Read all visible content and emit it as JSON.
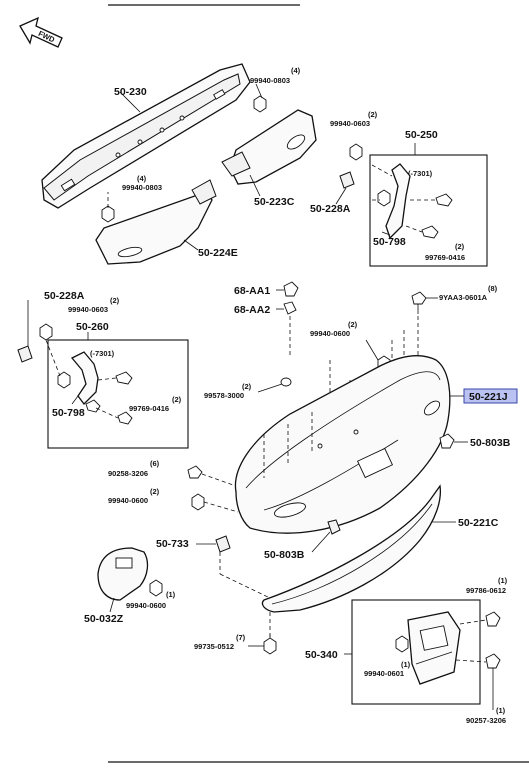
{
  "fwd_label": "FWD",
  "parts": {
    "p50_230": "50-230",
    "p50_223C": "50-223C",
    "p50_224E": "50-224E",
    "p50_250": "50-250",
    "p50_228A_top": "50-228A",
    "p50_798_top": "50-798",
    "p50_228A_left": "50-228A",
    "p50_260": "50-260",
    "p50_798_left": "50-798",
    "p68_AA1": "68-AA1",
    "p68_AA2": "68-AA2",
    "p50_221J": "50-221J",
    "p50_803B_right": "50-803B",
    "p50_221C": "50-221C",
    "p50_733": "50-733",
    "p50_803B_bottom": "50-803B",
    "p50_032Z": "50-032Z",
    "p50_340": "50-340"
  },
  "fasteners": {
    "f1": {
      "qty": "(4)",
      "num": "99940-0803"
    },
    "f2": {
      "qty": "(4)",
      "num": "99940-0803"
    },
    "f3": {
      "qty": "(2)",
      "num": "99940-0603"
    },
    "f4": {
      "qty": "(2)",
      "num": "99769-0416"
    },
    "f5": {
      "qty": "(2)",
      "num": "99940-0603"
    },
    "f6": {
      "qty": "(2)",
      "num": "99769-0416"
    },
    "f7": {
      "qty": "(8)",
      "num": "9YAA3-0601A"
    },
    "f8": {
      "qty": "(2)",
      "num": "99940-0600"
    },
    "f9": {
      "qty": "(2)",
      "num": "99578-3000"
    },
    "f10": {
      "qty": "(6)",
      "num": "90258-3206"
    },
    "f11": {
      "qty": "(2)",
      "num": "99940-0600"
    },
    "f12": {
      "qty": "(1)",
      "num": "99940-0600"
    },
    "f13": {
      "qty": "(7)",
      "num": "99735-0512"
    },
    "f14": {
      "qty": "(1)",
      "num": "99786-0612"
    },
    "f15": {
      "qty": "(1)",
      "num": "99940-0601"
    },
    "f16": {
      "qty": "(1)",
      "num": "90257-3206"
    }
  },
  "serial_note_top": "(-7301)",
  "serial_note_left": "(-7301)",
  "highlight_color": "#b9c2f0"
}
